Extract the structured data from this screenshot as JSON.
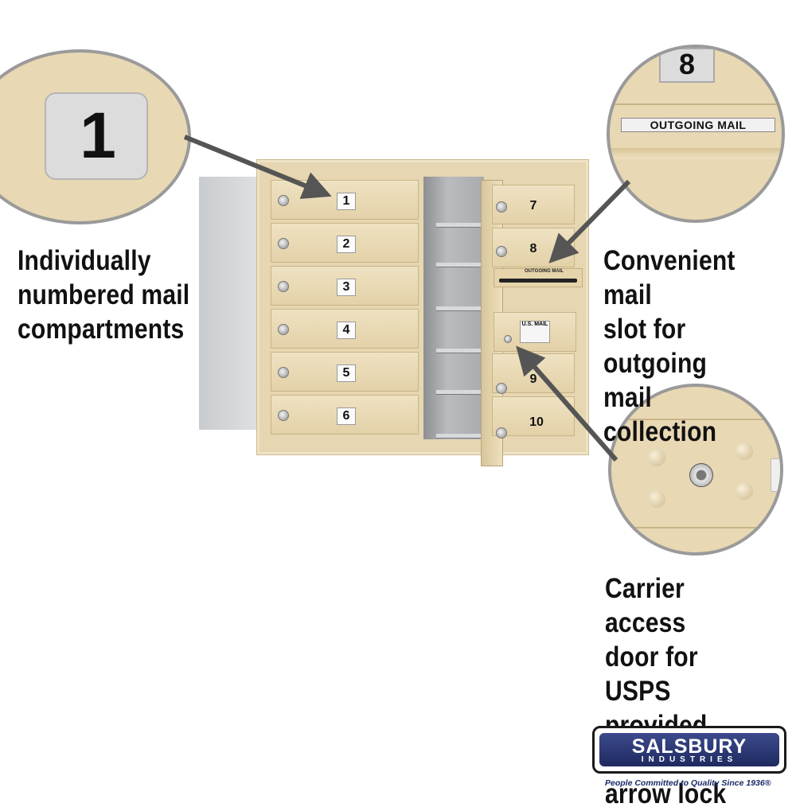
{
  "callouts": {
    "left": "Individually\nnumbered mail\ncompartments",
    "right_top": "Convenient mail\nslot for outgoing\nmail collection",
    "right_bottom": "Carrier access\ndoor for USPS\nprovided master\narrow lock"
  },
  "zoom": {
    "number_tag": "1",
    "top_number": "8",
    "outgoing_label": "OUTGOING MAIL"
  },
  "mailbox": {
    "left_doors": [
      "1",
      "2",
      "3",
      "4",
      "5",
      "6"
    ],
    "right_doors": [
      "7",
      "8",
      "9",
      "10"
    ],
    "slot_label": "OUTGOING MAIL",
    "plate_label": "U.S. MAIL"
  },
  "logo": {
    "brand": "SALSBURY",
    "sub": "INDUSTRIES",
    "tagline": "People Committed to Quality Since 1936®"
  },
  "colors": {
    "sand": "#e6d6b1",
    "arrow": "#555555"
  }
}
